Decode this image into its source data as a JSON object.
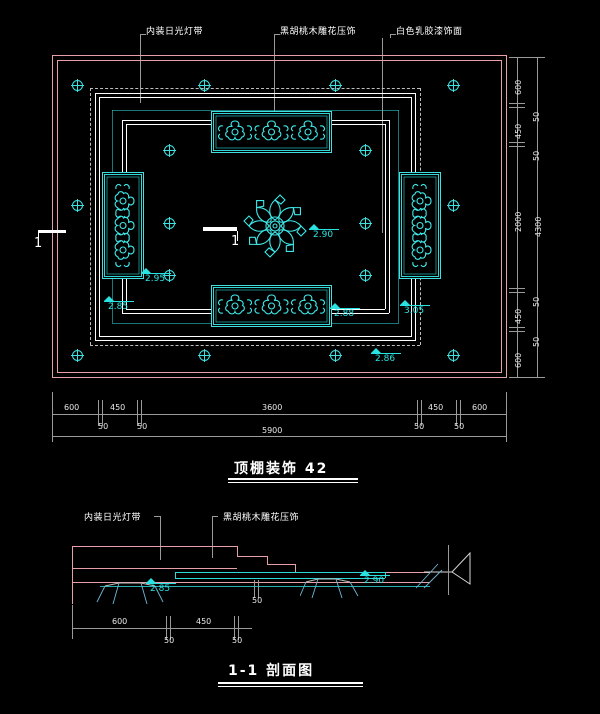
{
  "drawing": {
    "kind": "autocad-ceiling-plan",
    "background": "#000000",
    "colors": {
      "wall": "#e8a0a8",
      "ceiling_line": "#ffffff",
      "ornament": "#2fd8d8",
      "dimension": "#e8e8e8",
      "elevation_text": "#29e3e3"
    }
  },
  "plan": {
    "title": "顶棚装饰 42",
    "annotations": [
      {
        "text": "内装日光灯带"
      },
      {
        "text": "黑胡桃木雕花压饰"
      },
      {
        "text": "白色乳胶漆饰面"
      }
    ],
    "section_marks": [
      {
        "label": "1"
      },
      {
        "label": "1"
      }
    ],
    "elevations": [
      {
        "value": "2.90"
      },
      {
        "value": "2.95"
      },
      {
        "value": "2.85"
      },
      {
        "value": "2.88"
      },
      {
        "value": "3.05"
      },
      {
        "value": "2.86"
      }
    ],
    "dimensions_bottom": {
      "chain": [
        "600",
        "50",
        "450",
        "50",
        "3600",
        "50",
        "450",
        "50",
        "600"
      ],
      "total": "5900"
    },
    "dimensions_right": {
      "chain": [
        "600",
        "50",
        "450",
        "50",
        "2000",
        "50",
        "450",
        "50",
        "600"
      ],
      "total": "4300"
    }
  },
  "section": {
    "title": "1-1 剖面图",
    "annotations": [
      {
        "text": "内装日光灯带"
      },
      {
        "text": "黑胡桃木雕花压饰"
      }
    ],
    "elevations": [
      {
        "value": "2.85"
      },
      {
        "value": "2.90"
      }
    ],
    "dimensions": {
      "chain": [
        "600",
        "50",
        "450",
        "50"
      ],
      "small": [
        "50",
        "50",
        "50"
      ]
    }
  }
}
